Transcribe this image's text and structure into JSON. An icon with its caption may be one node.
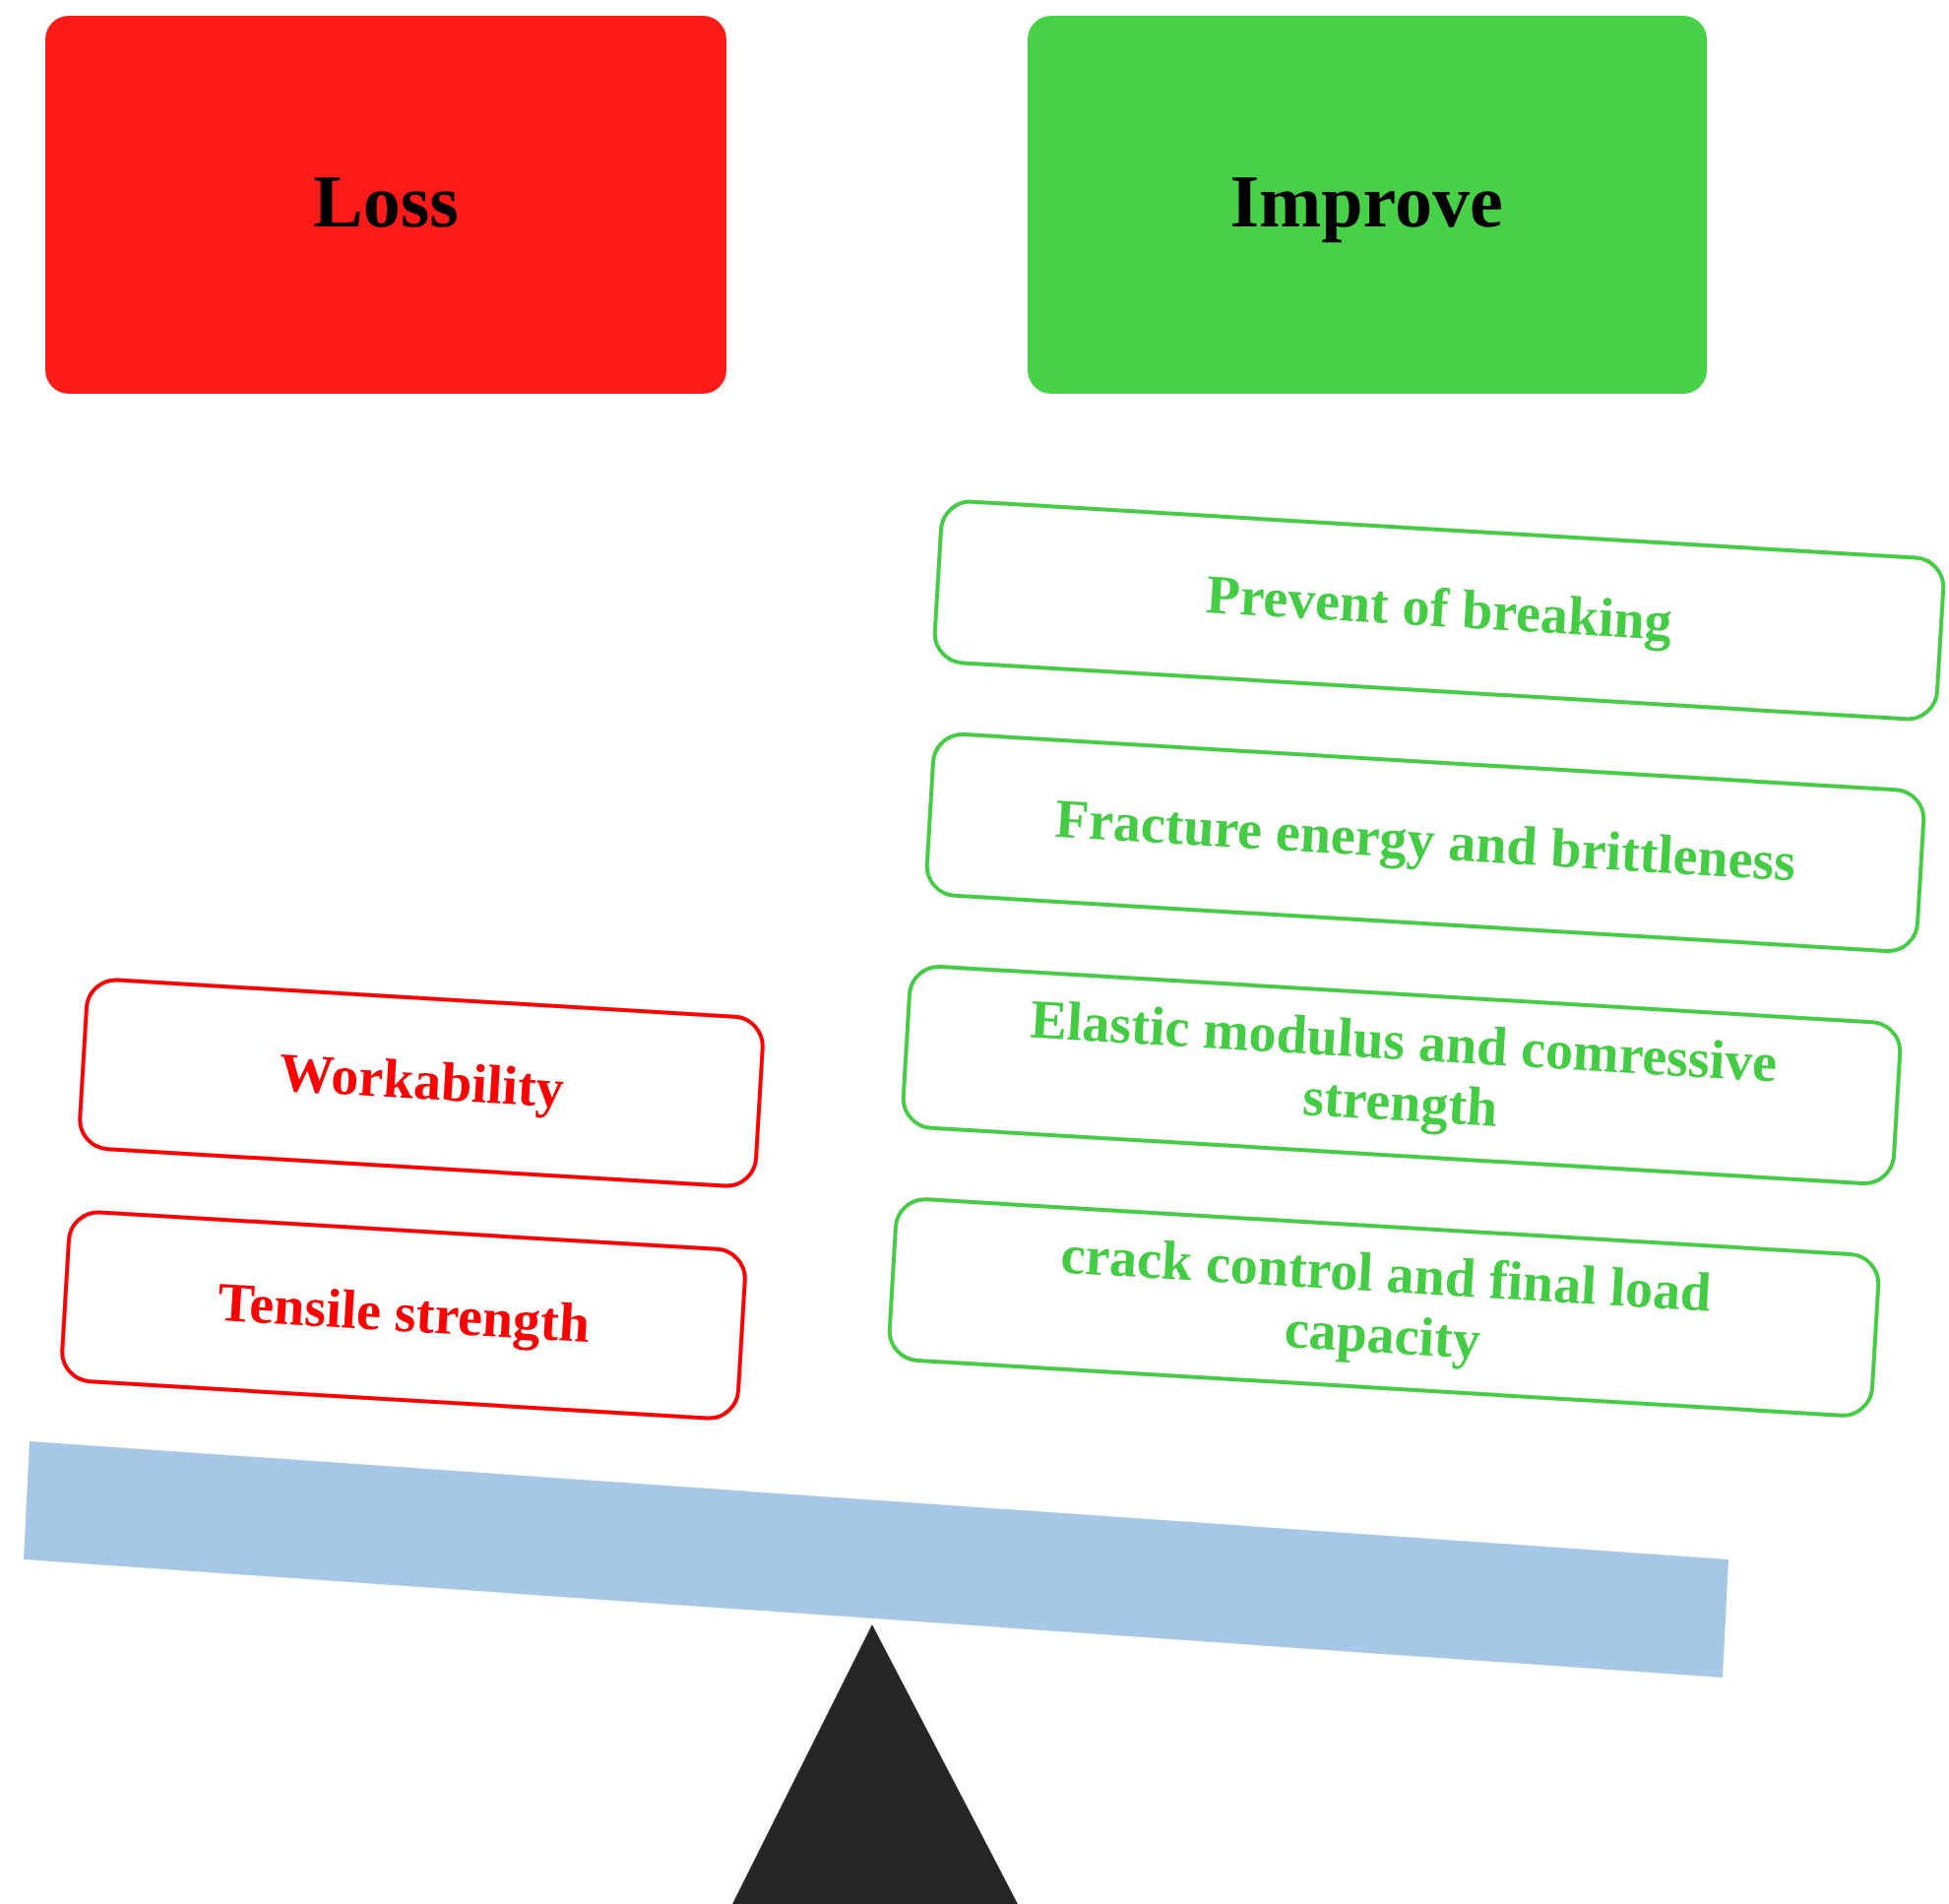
{
  "diagram": {
    "nodes": [
      {
        "text": [
          "Loss"
        ]
      },
      {
        "text": [
          "Improve"
        ]
      },
      {
        "text": [
          "Prevent of breaking"
        ]
      },
      {
        "text": [
          "Fracture energy and brittleness"
        ]
      },
      {
        "text": [
          "Workability"
        ]
      },
      {
        "text": [
          "Elastic modulus and comressive strength"
        ]
      },
      {
        "text": [
          "Tensile strength"
        ]
      },
      {
        "text": [
          "crack control and final load capacity"
        ]
      }
    ]
  }
}
